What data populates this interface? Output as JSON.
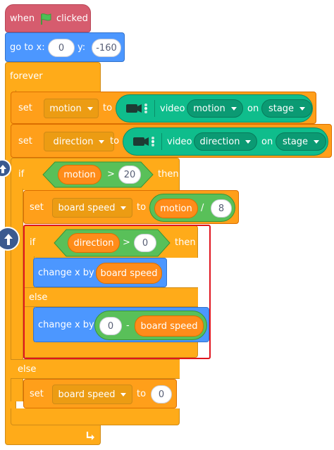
{
  "hat": {
    "label": "when",
    "label2": "clicked",
    "flag_icon": "green-flag-icon"
  },
  "goto": {
    "label": "go to x:",
    "x": "0",
    "ylabel": "y:",
    "y": "-160"
  },
  "forever": {
    "label": "forever",
    "loop_icon": "loop-arrow-icon"
  },
  "set_motion": {
    "set": "set",
    "var": "motion",
    "to": "to",
    "video": "video",
    "attr": "motion",
    "on": "on",
    "target": "stage"
  },
  "set_direction": {
    "set": "set",
    "var": "direction",
    "to": "to",
    "video": "video",
    "attr": "direction",
    "on": "on",
    "target": "stage"
  },
  "if1": {
    "if": "if",
    "left": "motion",
    "op": ">",
    "right": "20",
    "then": "then",
    "else": "else"
  },
  "set_speed": {
    "set": "set",
    "var": "board speed",
    "to": "to",
    "left": "motion",
    "op": "/",
    "right": "8"
  },
  "if2": {
    "if": "if",
    "left": "direction",
    "op": ">",
    "right": "0",
    "then": "then",
    "else": "else"
  },
  "change1": {
    "label": "change x by",
    "value": "board speed"
  },
  "change2": {
    "label": "change x by",
    "left": "0",
    "op": "-",
    "right": "board speed"
  },
  "set_zero": {
    "set": "set",
    "var": "board speed",
    "to": "to",
    "value": "0"
  },
  "colors": {
    "events": "#d65c6e",
    "motion": "#4c97ff",
    "control": "#ffab19",
    "operators": "#59c059",
    "video": "#0fbd8c",
    "highlight": "#e0141e"
  }
}
